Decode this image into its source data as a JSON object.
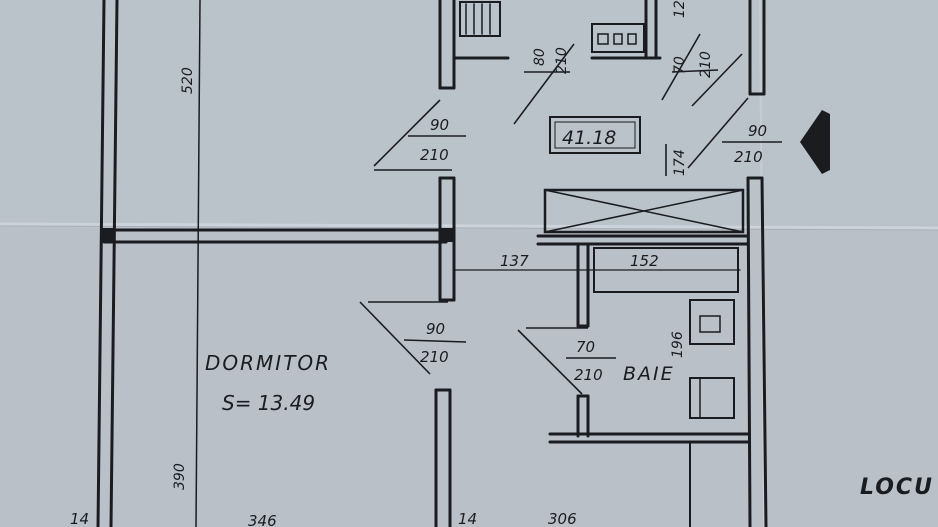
{
  "rooms": {
    "bedroom_name": "DORMITOR",
    "bedroom_area": "S= 13.49",
    "bath_name": "BAIE",
    "boxed_area": "41.18",
    "cut_label": "LOCU"
  },
  "dimensions": {
    "d520": "520",
    "d390": "390",
    "d14_left": "14",
    "d346": "346",
    "d14_mid": "14",
    "d306": "306",
    "d137": "137",
    "d152": "152",
    "d174": "174",
    "d196": "196",
    "d12": "12"
  },
  "doors": {
    "left_upper": {
      "w": "90",
      "h": "210"
    },
    "left_lower": {
      "w": "90",
      "h": "210"
    },
    "center_top": {
      "w": "80",
      "h": "210"
    },
    "right_top": {
      "w": "70",
      "h": "210"
    },
    "right_mid": {
      "w": "90",
      "h": "210"
    },
    "bath": {
      "w": "70",
      "h": "210"
    }
  },
  "colors": {
    "paper": "#b9c0c8",
    "ink": "#1b1c20"
  }
}
